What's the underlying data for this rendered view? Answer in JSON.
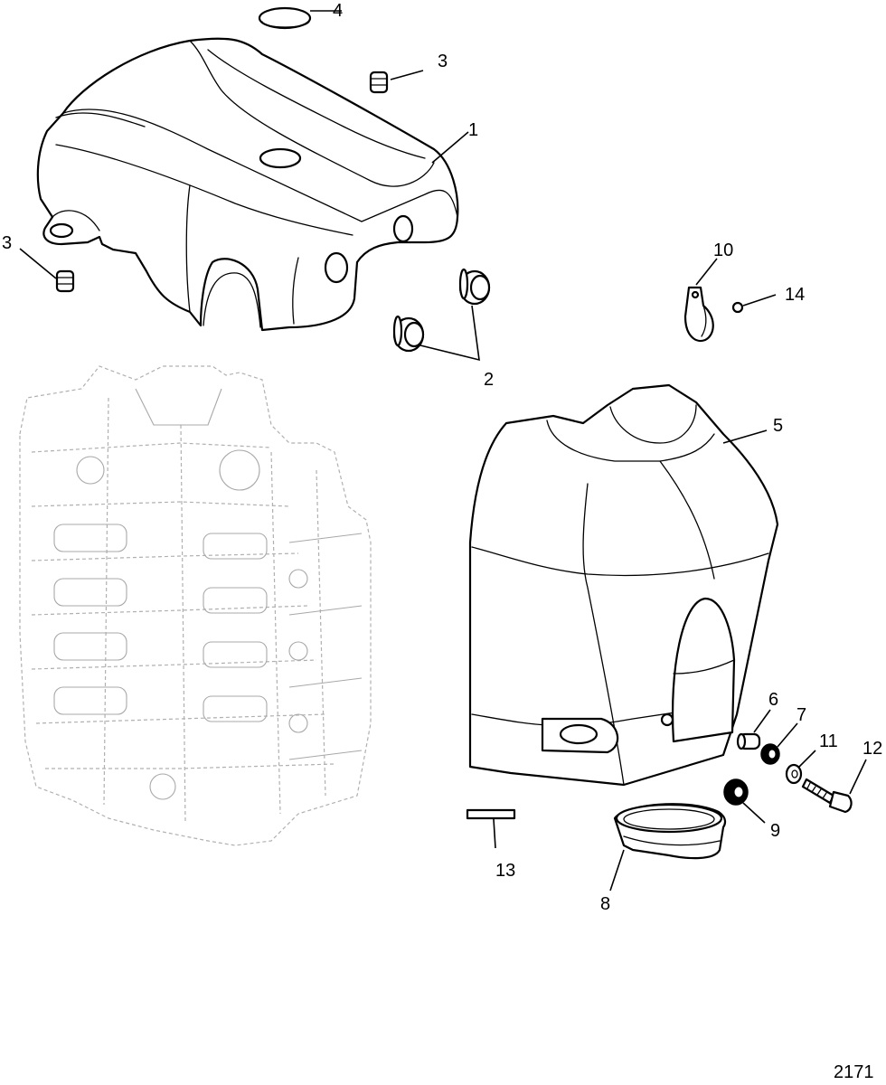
{
  "callouts": {
    "c1": "1",
    "c2": "2",
    "c3a": "3",
    "c3b": "3",
    "c4": "4",
    "c5": "5",
    "c6": "6",
    "c7": "7",
    "c8": "8",
    "c9": "9",
    "c10": "10",
    "c11": "11",
    "c12": "12",
    "c13": "13",
    "c14": "14"
  },
  "figure_number": "2171"
}
